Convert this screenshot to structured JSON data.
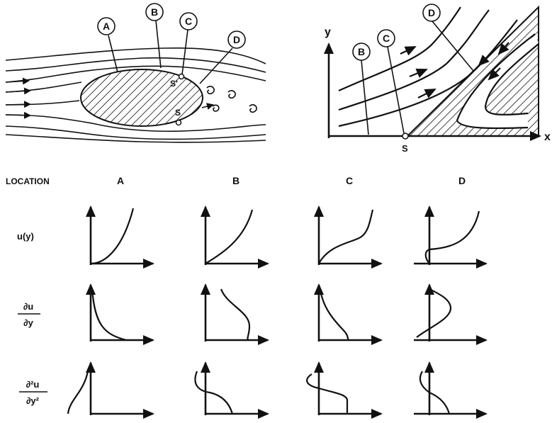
{
  "stations": [
    "A",
    "B",
    "C",
    "D"
  ],
  "points": {
    "separation": "S",
    "separation_prime": "S'"
  },
  "axes": {
    "x": "x",
    "y": "y"
  },
  "table": {
    "header": "LOCATION",
    "columns": [
      "A",
      "B",
      "C",
      "D"
    ],
    "rows": [
      {
        "key": "u",
        "label": "u(y)"
      },
      {
        "key": "du",
        "label_num": "∂u",
        "label_den": "∂y"
      },
      {
        "key": "d2u",
        "label_num": "∂²u",
        "label_den": "∂y²"
      }
    ]
  }
}
